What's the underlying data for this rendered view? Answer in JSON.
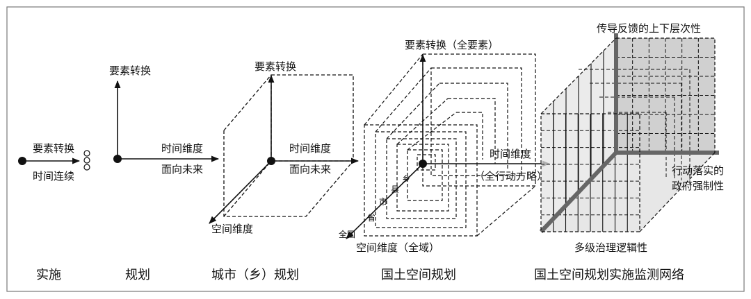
{
  "panel_1": {
    "label_top": "要素转换",
    "label_bottom": "时间连续",
    "caption": "实施"
  },
  "panel_2": {
    "label_vertical": "要素转换",
    "label_right_top": "时间维度",
    "label_right_bottom": "面向未来",
    "caption": "规划"
  },
  "panel_3": {
    "label_vertical": "要素转换",
    "label_right_top": "时间维度",
    "label_right_bottom": "面向未来",
    "label_diagonal": "空间维度",
    "caption": "城市（乡）规划"
  },
  "panel_4": {
    "label_vertical": "要素转换（全要素）",
    "label_right_top": "时间维度",
    "label_right_bottom": "（全行动方略）",
    "label_diagonal": "空间维度（全域）",
    "levels": [
      "乡",
      "县",
      "市",
      "省",
      "全国"
    ],
    "caption": "国土空间规划"
  },
  "panel_5": {
    "label_top": "传导反馈的上下层次性",
    "label_right_1": "行动落实的",
    "label_right_2": "政府强制性",
    "label_bottom": "多级治理逻辑性",
    "caption": "国土空间规划实施监测网络"
  },
  "colors": {
    "line": "#111111",
    "frame": "#777777",
    "fill_light": "#e4e4e4",
    "fill_mid": "#c8c8c8",
    "fill_dark": "#666666"
  }
}
